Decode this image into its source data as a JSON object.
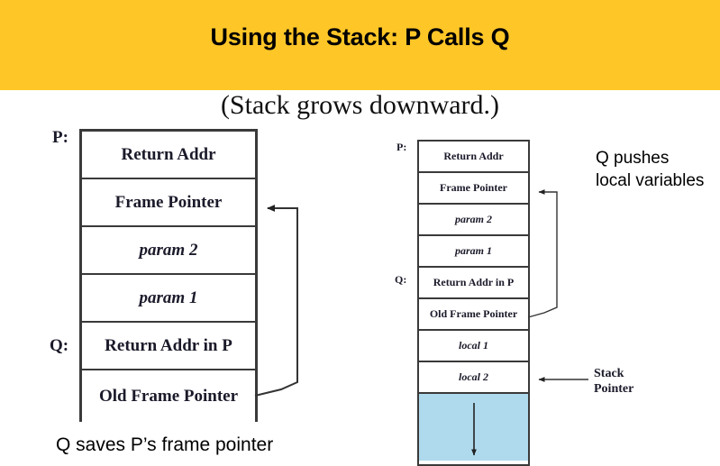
{
  "slide": {
    "title": "Using the Stack: P Calls Q",
    "subtitle": "(Stack grows downward.)",
    "banner_color": "#FFC627",
    "free_space_color": "#AFDAED",
    "bottom_caption": "Q saves P’s frame pointer"
  },
  "left_diagram": {
    "name": "stack-before-locals",
    "frame_labels": [
      {
        "text": "P:",
        "row_index": 0
      },
      {
        "text": "Q:",
        "row_index": 4
      }
    ],
    "rows": [
      {
        "label": "Return Addr",
        "style": "bold"
      },
      {
        "label": "Frame Pointer",
        "style": "bold"
      },
      {
        "label": "param 2",
        "style": "ital"
      },
      {
        "label": "param 1",
        "style": "ital"
      },
      {
        "label": "Return Addr in P",
        "style": "bold"
      },
      {
        "label": "Old Frame Pointer",
        "style": "bold"
      }
    ],
    "arrow": {
      "name": "old-frame-pointer-to-frame-pointer",
      "from_row": "Old Frame Pointer",
      "to_row": "Frame Pointer"
    }
  },
  "right_diagram": {
    "name": "stack-after-locals",
    "frame_labels": [
      {
        "text": "P:",
        "row_index": 0
      },
      {
        "text": "Q:",
        "row_index": 4
      }
    ],
    "rows": [
      {
        "label": "Return Addr",
        "style": "bold"
      },
      {
        "label": "Frame Pointer",
        "style": "bold"
      },
      {
        "label": "param 2",
        "style": "ital"
      },
      {
        "label": "param 1",
        "style": "ital"
      },
      {
        "label": "Return Addr in P",
        "style": "bold"
      },
      {
        "label": "Old Frame Pointer",
        "style": "bold"
      },
      {
        "label": "local 1",
        "style": "ital"
      },
      {
        "label": "local 2",
        "style": "ital"
      }
    ],
    "free_space": {
      "label": "",
      "growth_direction": "down"
    },
    "arrow": {
      "name": "old-frame-pointer-to-frame-pointer",
      "from_row": "Old Frame Pointer",
      "to_row": "Frame Pointer"
    },
    "annotations": {
      "push_note_line1": "Q pushes",
      "push_note_line2": "local variables",
      "stack_pointer_line1": "Stack",
      "stack_pointer_line2": "Pointer"
    }
  }
}
